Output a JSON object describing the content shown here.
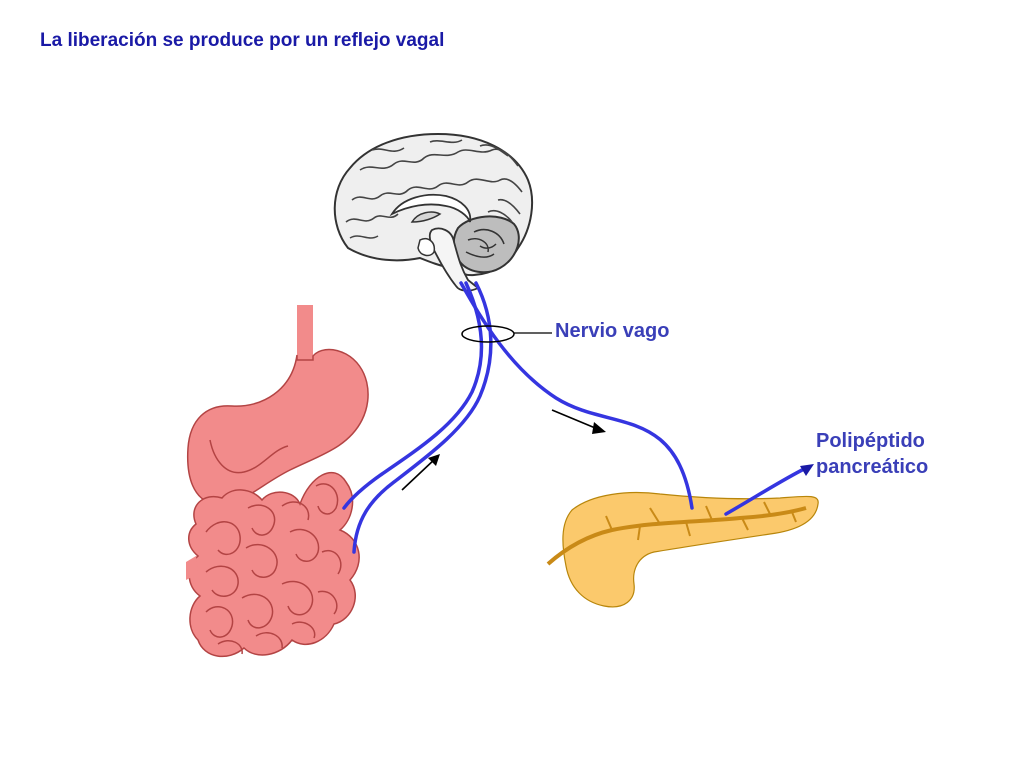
{
  "title": "La liberación se produce por un reflejo vagal",
  "labels": {
    "vagus_nerve": "Nervio vago",
    "polypeptide_line1": "Polipéptido",
    "polypeptide_line2": "pancreático"
  },
  "colors": {
    "title": "#1a1aa6",
    "label": "#3a3fb8",
    "nerve": "#3535e0",
    "intestine_fill": "#f28b8b",
    "intestine_stroke": "#b34444",
    "pancreas_fill": "#fbc96c",
    "pancreas_duct": "#c98a17",
    "brain_fill": "#e8e8e8",
    "brain_stroke": "#333333"
  },
  "icons": [
    "brain-illustration",
    "stomach-intestine-illustration",
    "pancreas-illustration"
  ]
}
